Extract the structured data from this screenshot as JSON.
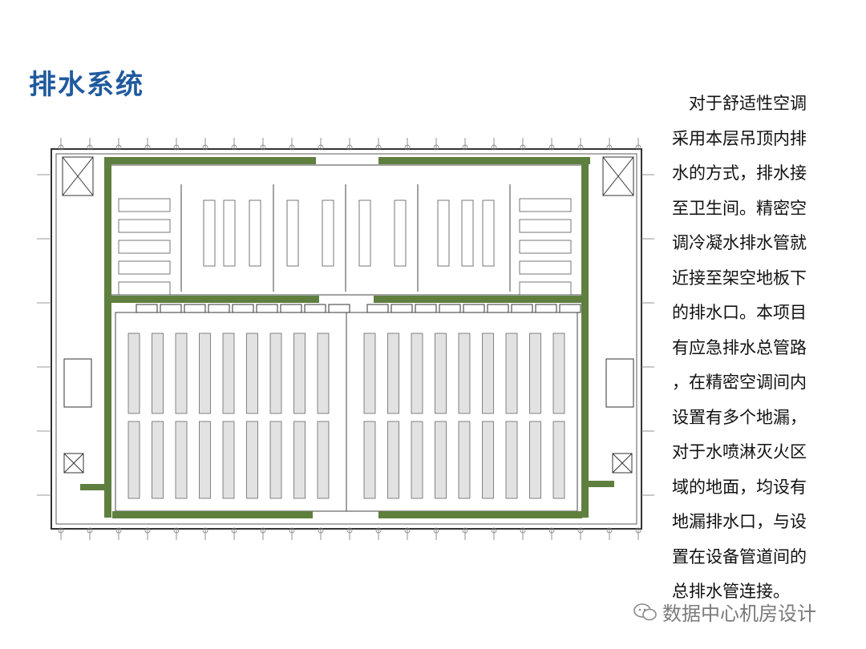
{
  "slide": {
    "title": "排水系统",
    "description_lines": [
      "对于舒适性空调",
      "采用本层吊顶内排",
      "水的方式，排水接",
      "至卫生间。精密空",
      "调冷凝水排水管就",
      "近接至架空地板下",
      "的排水口。本项目",
      "有应急排水总管路",
      "，在精密空调间内",
      "设置有多个地漏，",
      "对于水喷淋灭火区",
      "域的地面，均设有",
      "地漏排水口，与设",
      "置在设备管道间的",
      "总排水管连接。"
    ],
    "watermark": "数据中心机房设计"
  },
  "colors": {
    "title": "#1f5a9e",
    "drain_pipe": "#5f7f3f",
    "plan_line": "#333333"
  }
}
